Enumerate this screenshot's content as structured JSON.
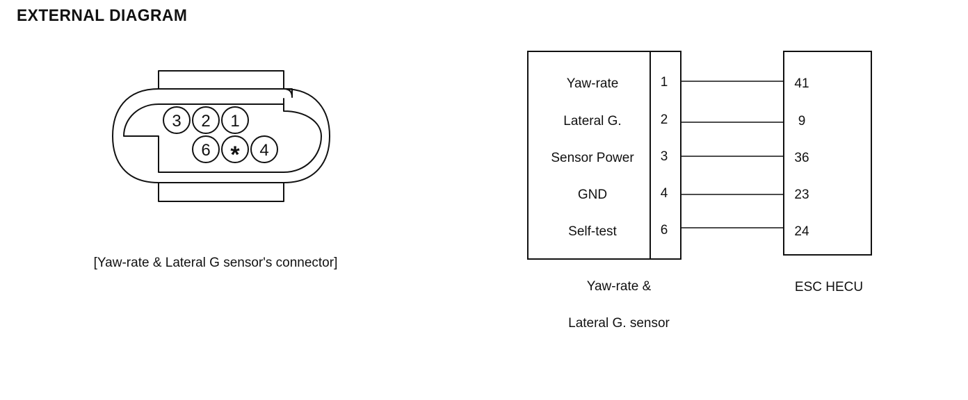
{
  "title": "EXTERNAL DIAGRAM",
  "connector": {
    "caption": "[Yaw-rate & Lateral G sensor's connector]",
    "pins": [
      {
        "label": "3"
      },
      {
        "label": "2"
      },
      {
        "label": "1"
      },
      {
        "label": "6"
      },
      {
        "label": "*"
      },
      {
        "label": "4"
      }
    ]
  },
  "wiring": {
    "sensor_caption_line1": "Yaw-rate &",
    "sensor_caption_line2": "Lateral G. sensor",
    "ecu_caption": "ESC HECU",
    "rows": [
      {
        "signal": "Yaw-rate",
        "sensor_pin": "1",
        "ecu_pin": "41"
      },
      {
        "signal": "Lateral G.",
        "sensor_pin": "2",
        "ecu_pin": "9"
      },
      {
        "signal": "Sensor Power",
        "sensor_pin": "3",
        "ecu_pin": "36"
      },
      {
        "signal": "GND",
        "sensor_pin": "4",
        "ecu_pin": "23"
      },
      {
        "signal": "Self-test",
        "sensor_pin": "6",
        "ecu_pin": "24"
      }
    ]
  }
}
